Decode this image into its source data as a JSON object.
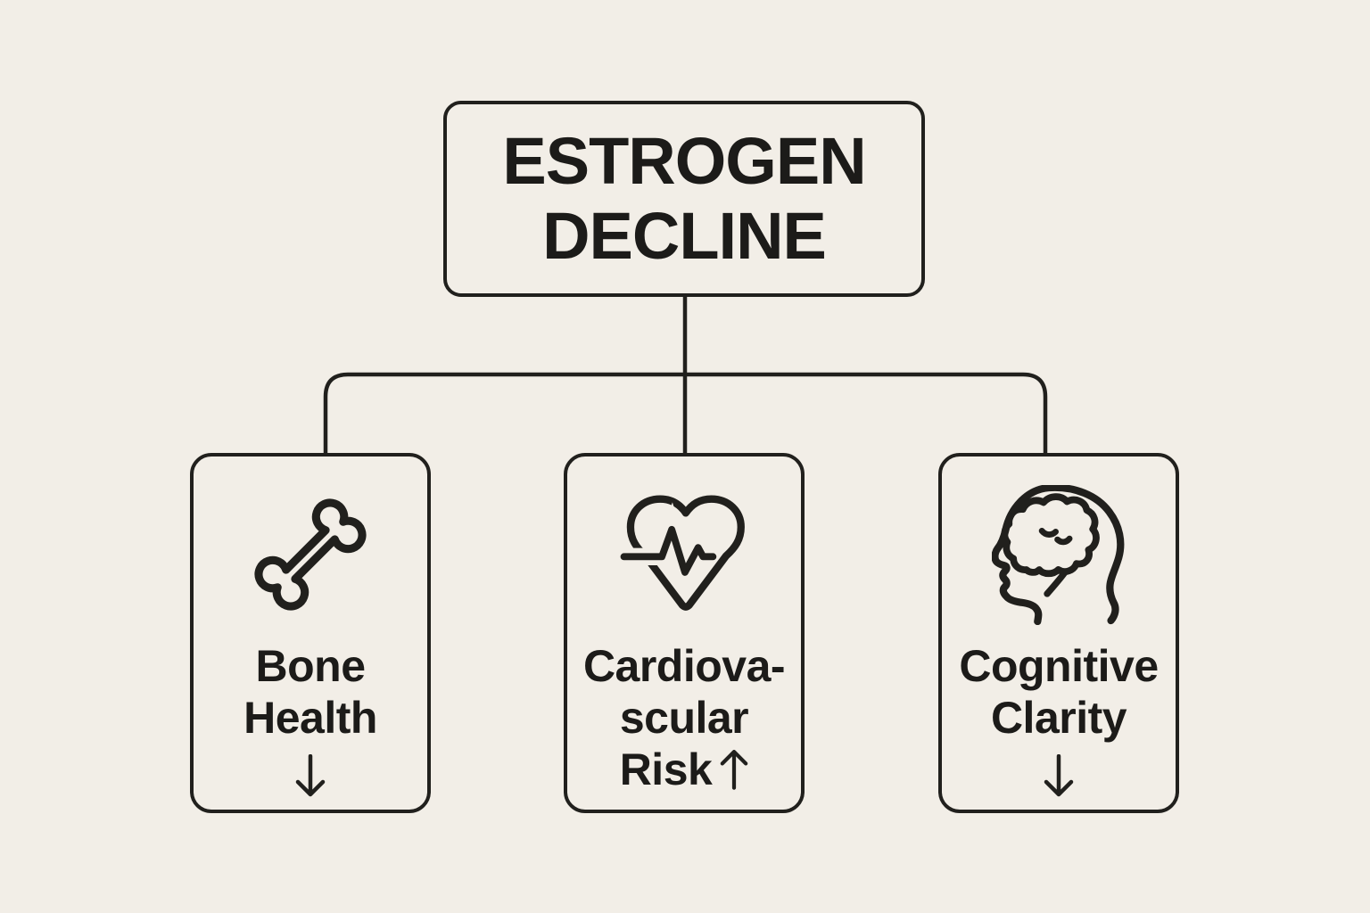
{
  "canvas": {
    "background_color": "#f2eee7",
    "line_color": "#21201d",
    "text_color": "#1c1b19"
  },
  "diagram": {
    "type": "flowchart",
    "root_node": {
      "label": "ESTROGEN DECLINE",
      "label_lines": [
        "ESTROGEN",
        "DECLINE"
      ]
    },
    "child_nodes": [
      {
        "id": "bone-health",
        "icon": "bone-icon",
        "label": "Bone Health",
        "label_lines": [
          "Bone",
          "Health"
        ],
        "trend": "down",
        "trend_glyph": "↓"
      },
      {
        "id": "cardiovascular-risk",
        "icon": "heart-pulse-icon",
        "label": "Cardiovascular Risk",
        "label_lines": [
          "Cardiova-",
          "scular",
          "Risk"
        ],
        "trend": "up",
        "trend_glyph": "↑"
      },
      {
        "id": "cognitive-clarity",
        "icon": "head-brain-icon",
        "label": "Cognitive Clarity",
        "label_lines": [
          "Cognitive",
          "Clarity"
        ],
        "trend": "down",
        "trend_glyph": "↓"
      }
    ]
  }
}
